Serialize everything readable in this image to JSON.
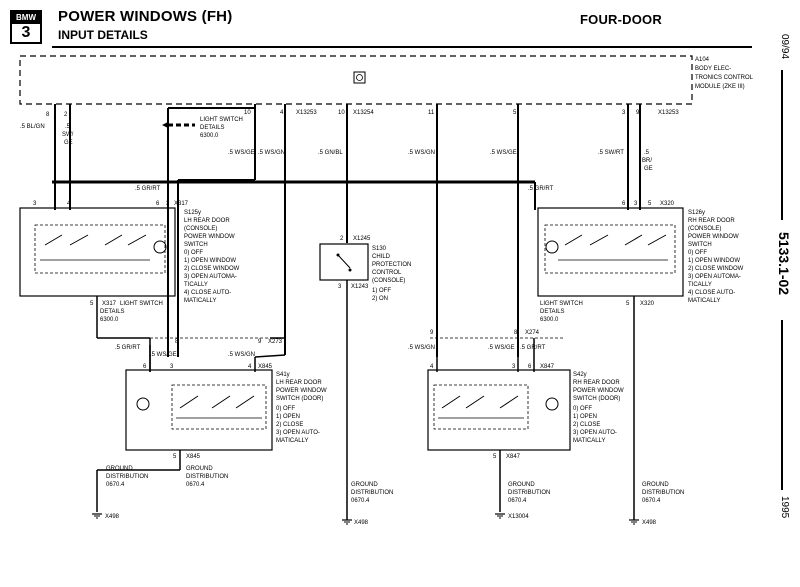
{
  "header": {
    "logo_top": "BMW",
    "logo_num": "3",
    "title": "POWER WINDOWS (FH)",
    "subtitle": "INPUT DETAILS",
    "variant": "FOUR-DOOR"
  },
  "side": {
    "date": "09/94",
    "page": "5133.1-02",
    "year": "1995"
  },
  "module": {
    "lines": [
      "A104",
      "BODY ELEC-",
      "TRONICS CONTROL",
      "MODULE (ZKE III)"
    ]
  },
  "wires": {
    "c1_pins": [
      "8",
      "2"
    ],
    "c1_colors": [
      ".5 BL/GN",
      ".5",
      "SW/",
      "GE"
    ],
    "c2_pin": "10",
    "c3_pin": "4",
    "c4_pin": "10",
    "c5_pin": "11",
    "c6_pin": "5",
    "c7_pins": [
      "3",
      "9"
    ],
    "x13253": "X13253",
    "x13254": "X13254",
    "light_switch_details": [
      "LIGHT SWITCH",
      "DETAILS",
      "6300.0"
    ],
    "wsge_a": ".5 WS/GE",
    "wsgn_a": ".5 WS/GN",
    "gnbl": ".5 GN/BL",
    "wsgn_b": ".5 WS/GN",
    "wsge_b": ".5 WS/GE",
    "swrt": ".5 SW/RT",
    "brge": [
      ".5",
      "BR/",
      "GE"
    ],
    "grrt_l": ".5 GR/RT",
    "grrt_r": ".5 GR/RT"
  },
  "s125y": {
    "pins": [
      "3",
      "4",
      "6",
      "3"
    ],
    "conn": "X317",
    "lines": [
      "S125y",
      "LH REAR DOOR",
      "(CONSOLE)",
      "POWER WINDOW",
      "SWITCH",
      "0)  OFF",
      "1)  OPEN WINDOW",
      "2)  CLOSE WINDOW",
      "3)  OPEN AUTOMA-",
      "     TICALLY",
      "4)  CLOSE AUTO-",
      "     MATICALLY"
    ],
    "bottom_pin": "5",
    "bottom_conn": "X317",
    "light": [
      "LIGHT SWITCH",
      "DETAILS",
      "6300.0"
    ]
  },
  "s126y": {
    "pins": [
      "6",
      "3",
      "5"
    ],
    "conn": "X320",
    "lines": [
      "S126y",
      "RH REAR DOOR",
      "(CONSOLE)",
      "POWER WINDOW",
      "SWITCH",
      "0)  OFF",
      "1)  OPEN WINDOW",
      "2)  CLOSE WINDOW",
      "3)  OPEN AUTOMA-",
      "     TICALLY",
      "4)  CLOSE AUTO-",
      "     MATICALLY"
    ],
    "bottom_pin": "5",
    "bottom_conn": "X320",
    "light": [
      "LIGHT SWITCH",
      "DETAILS",
      "6300.0"
    ]
  },
  "s130": {
    "top_pin": "2",
    "top_conn": "X1245",
    "bottom_pin": "3",
    "bottom_conn": "X1243",
    "lines": [
      "S130",
      "CHILD",
      "PROTECTION",
      "CONTROL",
      "(CONSOLE)",
      "1)  OFF",
      "2)  ON"
    ]
  },
  "s41y": {
    "conn_top": "X273",
    "conn": "X845",
    "pins": [
      "6",
      "3",
      "4"
    ],
    "pin_8": "8",
    "pin_9": "9",
    "wires": [
      ".5 GR/RT",
      ".5 WS/GE",
      ".5 WS/GN"
    ],
    "lines": [
      "S41y",
      "LH REAR DOOR",
      "POWER WINDOW",
      "SWITCH (DOOR)",
      "0)  OFF",
      "1)  OPEN",
      "2)  CLOSE",
      "3)  OPEN AUTO-",
      "     MATICALLY"
    ],
    "bottom_pin": "5",
    "bottom_conn": "X845",
    "gd": [
      "GROUND",
      "DISTRIBUTION",
      "0670.4"
    ]
  },
  "s42y": {
    "conn_top": "X274",
    "conn": "X847",
    "pins": [
      "4",
      "3",
      "6"
    ],
    "pin_9": "9",
    "pin_8": "8",
    "wires": [
      ".5 WS/GN",
      ".5 WS/GE",
      ".5 GR/RT"
    ],
    "lines": [
      "S42y",
      "RH REAR DOOR",
      "POWER WINDOW",
      "SWITCH (DOOR)",
      "0)  OFF",
      "1)  OPEN",
      "2)  CLOSE",
      "3)  OPEN AUTO-",
      "     MATICALLY"
    ],
    "bottom_pin": "5",
    "bottom_conn": "X847"
  },
  "grounds": {
    "label": [
      "GROUND",
      "DISTRIBUTION",
      "0670.4"
    ],
    "g1": "X498",
    "g2": "X498",
    "g3": "X13004",
    "g4": "X498",
    "gd_label_r": [
      "GROUND",
      "DISTRIBUTION",
      "0670.4"
    ]
  }
}
